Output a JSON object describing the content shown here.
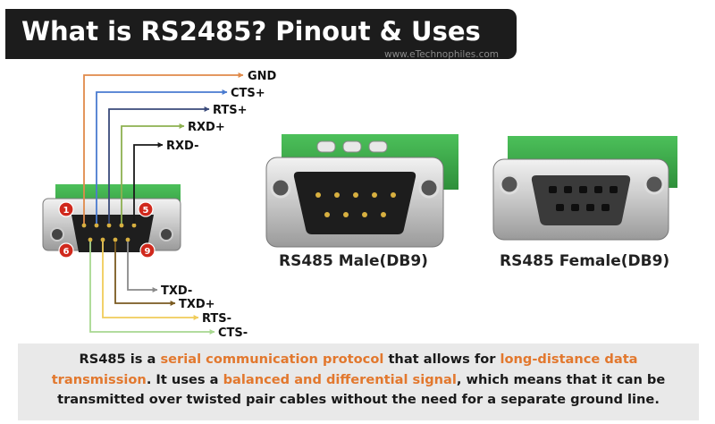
{
  "header": {
    "title": "What is RS2485? Pinout & Uses",
    "watermark": "www.eTechnophiles.com"
  },
  "pinout": {
    "top_labels": [
      {
        "label": "GND",
        "color": "#e08a4a"
      },
      {
        "label": "CTS+",
        "color": "#4a7bd0"
      },
      {
        "label": "RTS+",
        "color": "#3a4a7a"
      },
      {
        "label": "RXD+",
        "color": "#8db050"
      },
      {
        "label": "RXD-",
        "color": "#1a1a1a"
      }
    ],
    "bottom_labels": [
      {
        "label": "TXD-",
        "color": "#8a8a8a"
      },
      {
        "label": "TXD+",
        "color": "#7a5a20"
      },
      {
        "label": "RTS-",
        "color": "#f0cc5a"
      },
      {
        "label": "CTS-",
        "color": "#a8d890"
      }
    ],
    "pin_badges": [
      "1",
      "5",
      "6",
      "9"
    ],
    "badge_color": "#d0281c"
  },
  "connectors": {
    "male_caption": "RS485 Male(DB9)",
    "female_caption": "RS485 Female(DB9)"
  },
  "description": {
    "t1": "RS485 is a ",
    "h1": "serial communication protocol",
    "t2": " that allows for ",
    "h2": "long-distance data transmission",
    "t3": ". It uses a ",
    "h3": "balanced and differential signal",
    "t4": ", which means that it can be transmitted over twisted pair cables without the need for a separate ground line."
  },
  "colors": {
    "highlight": "#e2782e",
    "title_bg": "#1c1c1c",
    "terminal_green": "#3fae49",
    "description_bg": "#e9e9e9"
  }
}
